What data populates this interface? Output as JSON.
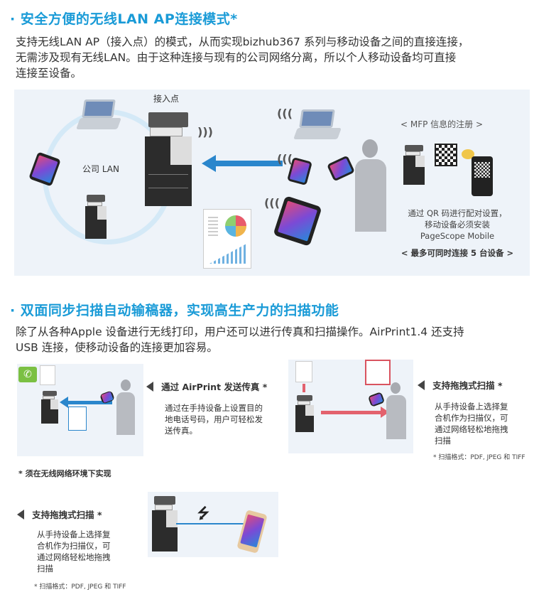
{
  "section1": {
    "title": "· 安全方便的无线LAN AP连接模式*",
    "intro_lines": [
      "支持无线LAN AP（接入点）的模式，从而实现bizhub367 系列与移动设备之间的直接连接，",
      "无需涉及现有无线LAN。由于这种连接与现有的公司网络分离，所以个人移动设备均可直接",
      "连接至设备。"
    ],
    "diagram": {
      "access_point_label": "接入点",
      "lan_label": "公司 LAN",
      "mfp_reg_title": "< MFP 信息的注册 >",
      "qr_caption_lines": [
        "通过 QR 码进行配对设置，",
        "移动设备必须安装",
        "PageScope Mobile"
      ],
      "max_devices": "< 最多可同时连接 5 台设备 >"
    }
  },
  "section2": {
    "title": "· 双面同步扫描自动输稿器，实现高生产力的扫描功能",
    "intro_lines": [
      "除了从各种Apple 设备进行无线打印，用户还可以进行传真和扫描操作。AirPrint1.4 还支持",
      "USB 连接，使移动设备的连接更加容易。"
    ],
    "fax": {
      "heading": "通过 AirPrint 发送传真 *",
      "desc_lines": [
        "通过在手持设备上设置目的",
        "地电话号码，用户可轻松发",
        "送传真。"
      ]
    },
    "scan_right": {
      "heading": "支持拖拽式扫描 *",
      "desc_lines": [
        "从手持设备上选择复",
        "合机作为扫描仪，可",
        "通过网络轻松地拖拽",
        "扫描"
      ],
      "formats": "* 扫描格式：PDF, JPEG 和 TIFF"
    },
    "note": "* 须在无线网络环境下实现",
    "scan_bottom": {
      "heading": "支持拖拽式扫描 *",
      "desc_lines": [
        "从手持设备上选择复",
        "合机作为扫描仪，可",
        "通过网络轻松地拖拽",
        "扫描"
      ],
      "formats": "* 扫描格式：PDF, JPEG 和 TIFF"
    }
  },
  "colors": {
    "accent": "#1a9bd7",
    "arrow_blue": "#2a86cc",
    "arrow_red": "#e3626e",
    "panel_bg": "#eef3f9"
  }
}
